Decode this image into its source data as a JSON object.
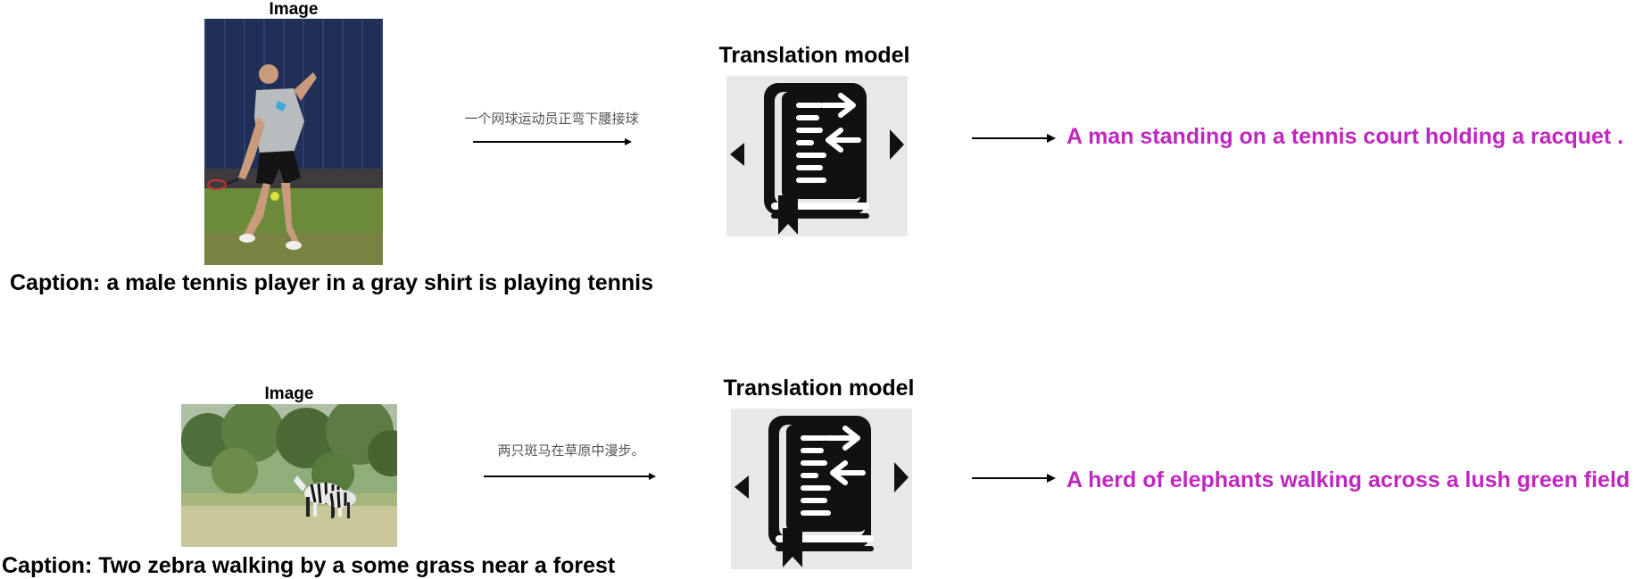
{
  "rows": [
    {
      "image_title": "Image",
      "caption": "Caption: a male tennis player in a gray shirt is playing tennis",
      "chinese_input": "一个网球运动员正弯下腰接球",
      "model_title": "Translation model",
      "output": "A man standing on a tennis court holding a racquet ."
    },
    {
      "image_title": "Image",
      "caption": "Caption: Two zebra walking by a some grass near a forest",
      "chinese_input": "两只斑马在草原中漫步。",
      "model_title": "Translation model",
      "output": "A herd of elephants walking across a lush green field ."
    }
  ],
  "colors": {
    "output": "#c026c0",
    "arrow": "#000000"
  },
  "icons": [
    "translation-book-icon"
  ]
}
